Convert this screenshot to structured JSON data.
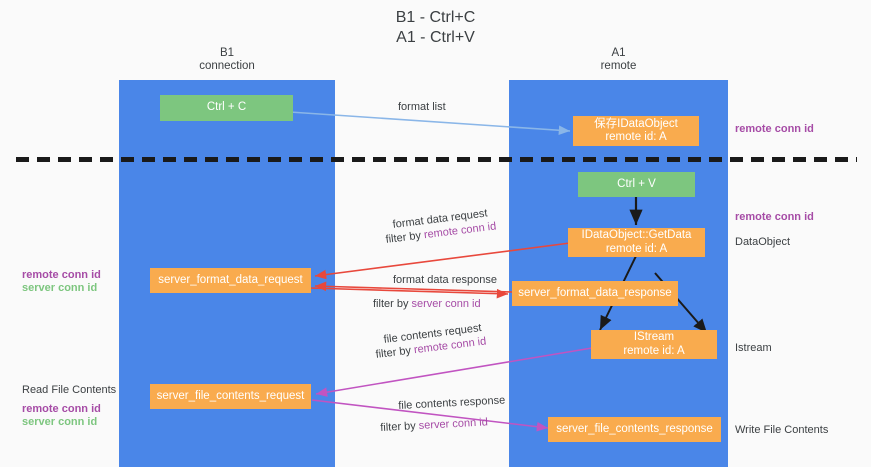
{
  "title": {
    "line1": "B1 - Ctrl+C",
    "line2": "A1 - Ctrl+V"
  },
  "lanes": [
    {
      "id": "b1",
      "name": "B1",
      "sub": "connection",
      "color": "#4a86e8"
    },
    {
      "id": "a1",
      "name": "A1",
      "sub": "remote",
      "color": "#4a86e8"
    }
  ],
  "colors": {
    "lane": "#4a86e8",
    "green_node": "#7dc67f",
    "orange_node": "#f9ab4e",
    "purple_text": "#a64ca6",
    "green_text": "#7dc67f",
    "blue_arrow": "#8ab6e8",
    "red_arrow": "#e8483c",
    "magenta_arrow": "#c154c1",
    "black_arrow": "#1a1a1a",
    "background": "#fafafa"
  },
  "nodes": {
    "ctrl_c": {
      "line1": "Ctrl + C"
    },
    "save_idataobject": {
      "line1": "保存IDataObject",
      "line2": "remote id: A"
    },
    "ctrl_v": {
      "line1": "Ctrl + V"
    },
    "getdata": {
      "line1": "IDataObject::GetData",
      "line2": "remote id: A"
    },
    "server_format_data_request": {
      "line1": "server_format_data_request"
    },
    "server_format_data_response": {
      "line1": "server_format_data_response"
    },
    "istream": {
      "line1": "IStream",
      "line2": "remote id: A"
    },
    "server_file_contents_request": {
      "line1": "server_file_contents_request"
    },
    "server_file_contents_response": {
      "line1": "server_file_contents_response"
    }
  },
  "edge_labels": {
    "format_list": "format list",
    "format_data_request": "format data request",
    "format_data_request_filter_prefix": "filter by ",
    "format_data_request_filter_key": "remote conn id",
    "format_data_response": "format data response",
    "format_data_response_filter_prefix": "filter by ",
    "format_data_response_filter_key": "server conn id",
    "file_contents_request": "file contents request",
    "file_contents_request_filter_prefix": "filter by ",
    "file_contents_request_filter_key": "remote conn id",
    "file_contents_response": "file contents response",
    "file_contents_response_filter_prefix": "filter by ",
    "file_contents_response_filter_key": "server conn id"
  },
  "annotations": {
    "right_remote_conn_id_top": "remote conn id",
    "right_remote_conn_id_mid": "remote conn id",
    "right_dataobject": "DataObject",
    "right_istream": "Istream",
    "right_write_file_contents": "Write File Contents",
    "left_remote_conn_id_1": "remote conn id",
    "left_server_conn_id_1": "server conn id",
    "left_read_file_contents": "Read File Contents",
    "left_remote_conn_id_2": "remote conn id",
    "left_server_conn_id_2": "server conn id"
  }
}
